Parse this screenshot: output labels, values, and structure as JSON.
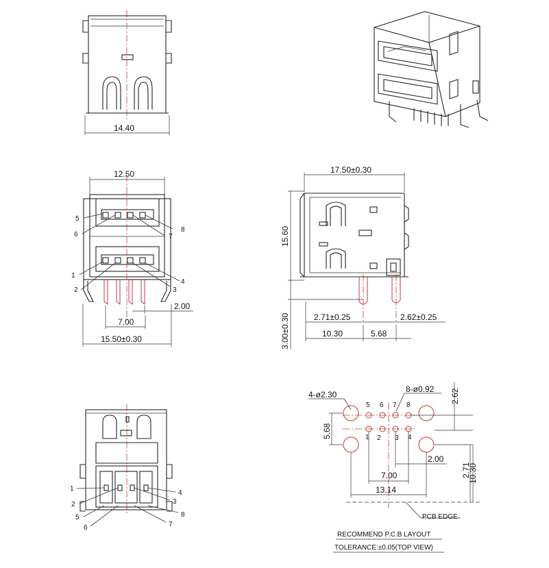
{
  "front_view": {
    "dim_width": "14.40"
  },
  "side_view": {
    "dim_top": "12.50",
    "dim_bottom": "15.50±0.30",
    "dim_pitch": "2.00",
    "dim_span": "7.00",
    "pins": [
      "1",
      "2",
      "3",
      "4",
      "5",
      "6",
      "7",
      "8"
    ]
  },
  "profile_view": {
    "dim_depth": "17.50±0.30",
    "dim_height": "15.60",
    "dim_leg": "3.00±0.30",
    "dim_a": "2.71±0.25",
    "dim_b": "2.62±0.25",
    "dim_c": "10.30",
    "dim_d": "5.68"
  },
  "bottom_view": {
    "pins": [
      "1",
      "2",
      "3",
      "4",
      "5",
      "6",
      "7",
      "8"
    ]
  },
  "pcb_layout": {
    "large_hole": "4-ø2.30",
    "small_hole": "8-ø0.92",
    "row_top": [
      "5",
      "6",
      "7",
      "8"
    ],
    "row_bottom": [
      "1",
      "2",
      "3",
      "4"
    ],
    "dim_top": "2.62",
    "dim_left": "5.68",
    "dim_pitch": "2.00",
    "dim_span": "7.00",
    "dim_outer": "13.14",
    "dim_right": "2.71",
    "dim_depth": "10.30",
    "edge_label": "PCB EDGE",
    "title": "RECOMMEND P.C.B LAYOUT",
    "tolerance": "TOLERANCE:±0.05(TOP VIEW)"
  }
}
